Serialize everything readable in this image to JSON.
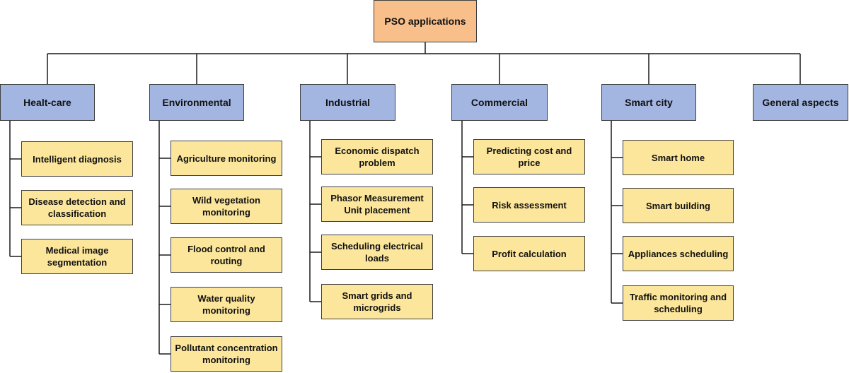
{
  "root": "PSO applications",
  "categories": [
    {
      "label": "Healt-care",
      "items": [
        "Intelligent diagnosis",
        "Disease detection and classification",
        "Medical image segmentation"
      ]
    },
    {
      "label": "Environmental",
      "items": [
        "Agriculture monitoring",
        "Wild vegetation monitoring",
        "Flood control and routing",
        "Water quality monitoring",
        "Pollutant concentration monitoring"
      ]
    },
    {
      "label": "Industrial",
      "items": [
        "Economic dispatch problem",
        "Phasor Measurement Unit placement",
        "Scheduling electrical loads",
        "Smart grids and microgrids"
      ]
    },
    {
      "label": "Commercial",
      "items": [
        "Predicting cost and price",
        "Risk assessment",
        "Profit calculation"
      ]
    },
    {
      "label": "Smart city",
      "items": [
        "Smart home",
        "Smart building",
        "Appliances scheduling",
        "Traffic monitoring and scheduling"
      ]
    },
    {
      "label": "General aspects",
      "items": []
    }
  ],
  "colors": {
    "root_fill": "#f8bf8b",
    "category_fill": "#a3b6e2",
    "leaf_fill": "#fce69b",
    "line": "#1a1a1a"
  }
}
